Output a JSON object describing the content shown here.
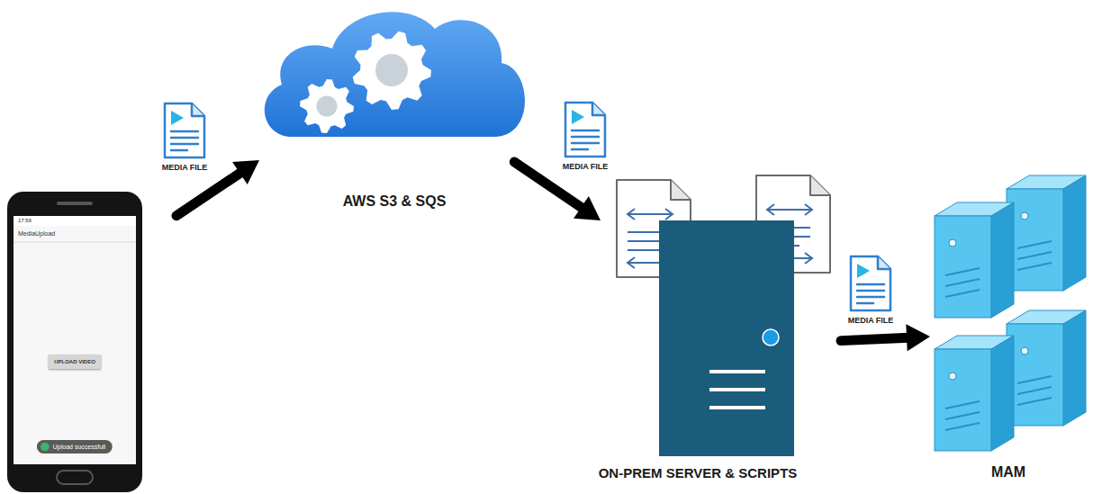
{
  "diagram": {
    "nodes": [
      {
        "text": [
          "MediaUpload",
          "UPLOAD VIDEO",
          "Upload successfull"
        ]
      },
      {
        "text": [
          "AWS S3 & SQS"
        ]
      },
      {
        "text": [
          "ON-PREM SERVER & SCRIPTS"
        ]
      },
      {
        "text": [
          "MAM"
        ]
      }
    ],
    "edges": [
      {
        "from": 0,
        "to": 1,
        "arrow": "to"
      },
      {
        "from": 1,
        "to": 2,
        "arrow": "to"
      },
      {
        "from": 2,
        "to": 3,
        "arrow": "to"
      }
    ],
    "labels": [
      "17:56",
      "MEDIA FILE",
      "MEDIA FILE",
      "MEDIA FILE"
    ]
  }
}
